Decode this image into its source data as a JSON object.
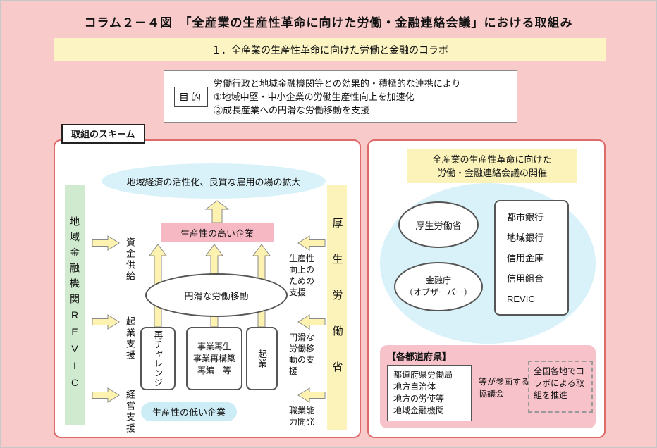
{
  "title": "コラム２－４図　「全産業の生産性革命に向けた労働・金融連絡会議」における取組み",
  "banner": "１．全産業の生産性革命に向けた労働と金融のコラボ",
  "purpose": {
    "label": "目的",
    "text": "労働行政と地域金融機関等との効果的・積極的な連携により\n①地域中堅・中小企業の労働生産性向上を加速化\n②成長産業への円滑な労働移動を支援"
  },
  "scheme": {
    "tag": "取組のスキーム",
    "goal_ellipse": "地域経済の活性化、良質な雇用の場の拡大",
    "high_box": "生産性の高い企業",
    "mobility_ellipse": "円滑な労働移動",
    "low_box": "生産性の低い企業",
    "left_bar": "地域金融機関REVIC",
    "right_bar": "厚生労働省",
    "left_flows": [
      "資金供給",
      "起業支援",
      "経営支援"
    ],
    "right_flows": [
      "生産性向上のための支援",
      "円滑な労働移動の支援",
      "職業能力開発"
    ],
    "process_boxes": [
      "再チャレンジ",
      "事業再生\n事業再構築\n再編　等",
      "起業"
    ]
  },
  "conference": {
    "header": "全産業の生産性革命に向けた\n労働・金融連絡会議の開催",
    "mhlw": "厚生労働省",
    "fsa": "金融庁\n（オブザーバー）",
    "finance_members": [
      "都市銀行",
      "地域銀行",
      "信用金庫",
      "信用組合",
      "REVIC"
    ],
    "prefecture": {
      "header": "【各都道府県】",
      "members": [
        "都道府県労働局",
        "地方自治体",
        "地方の労使等",
        "地域金融機関"
      ],
      "participate": "等が参画する協議会",
      "note": "全国各地でコラボによる取組を推進"
    }
  },
  "colors": {
    "background_pink": "#f8caca",
    "panel_border_red": "#de6a6a",
    "highlight_yellow": "#fbf3ba",
    "light_blue": "#d9f2f9",
    "box_pink": "#f6b8c3",
    "bar_green": "#cfeacf",
    "arrow_fill": "#fdf2b0"
  }
}
